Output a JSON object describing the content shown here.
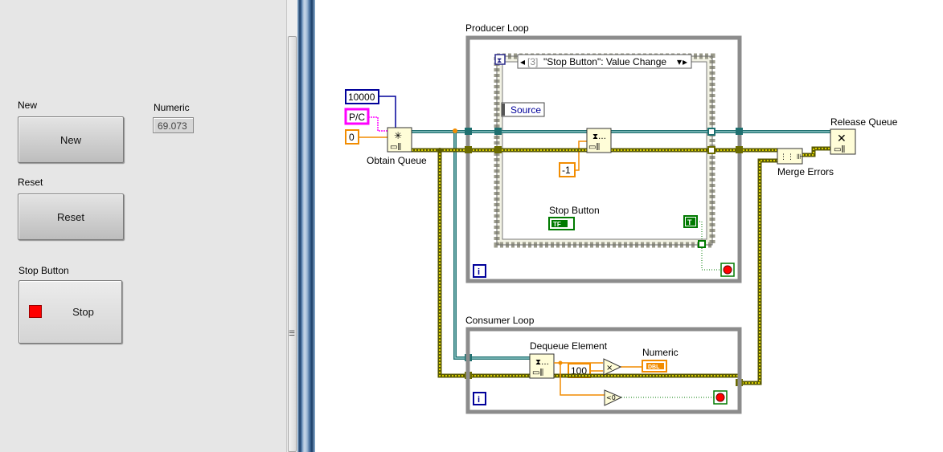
{
  "front_panel": {
    "new_label": "New",
    "new_button_text": "New",
    "reset_label": "Reset",
    "reset_button_text": "Reset",
    "stop_label": "Stop Button",
    "stop_button_text": "Stop",
    "numeric_label": "Numeric",
    "numeric_value": "69.073"
  },
  "block_diagram": {
    "producer_loop_label": "Producer Loop",
    "consumer_loop_label": "Consumer Loop",
    "event_case_selector": "\"Stop Button\": Value Change",
    "event_case_index": "[3]",
    "event_source_label": "Source",
    "const_queue_size": "10000",
    "const_data_type": "P/C",
    "const_zero": "0",
    "const_neg_one": "-1",
    "const_hundred": "100",
    "obtain_queue_label": "Obtain Queue",
    "release_queue_label": "Release Queue",
    "merge_errors_label": "Merge Errors",
    "dequeue_element_label": "Dequeue Element",
    "stop_button_terminal_label": "Stop Button",
    "stop_terminal_text": "TF",
    "numeric_terminal_label": "Numeric",
    "numeric_terminal_text": "DBL",
    "true_constant": "T",
    "loop_iteration_symbol": "i",
    "compare_symbol": "<0"
  },
  "colors": {
    "orange_wire": "#f28c00",
    "blue_wire": "#00009a",
    "pink_wire": "#ff00ff",
    "error_wire": "#5a5a00",
    "queue_ref_wire": "#1f7070",
    "loop_border": "#8c8c8c",
    "node_fill": "#fffdd8",
    "green_terminal": "#007a00"
  }
}
